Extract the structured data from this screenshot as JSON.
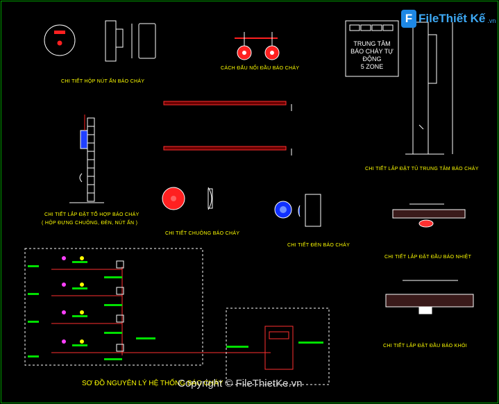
{
  "logo": {
    "mark": "F",
    "text": "FileThiết Kế",
    "domain": ".vn"
  },
  "watermark": "Copyright © FileThietKe.vn",
  "captions": {
    "hop_nut_an": "CHI TIẾT HỘP NÚT ẤN BÁO CHÁY",
    "cach_dau_noi": "CÁCH ĐẤU NỐI ĐẦU BÁO CHÁY",
    "lap_dat_to_hop": "CHI TIẾT LẮP ĐẶT TỔ HỢP BÁO CHÁY",
    "lap_dat_to_hop_sub": "( HỘP ĐỰNG CHUÔNG, ĐÈN, NÚT ẤN )",
    "chuong": "CHI TIẾT CHUÔNG BÁO CHÁY",
    "den": "CHI TIẾT ĐÈN BÁO CHÁY",
    "tu_trung_tam": "CHI TIẾT LẮP ĐẶT TỦ TRUNG TÂM BÁO CHÁY",
    "dau_bao_nhiet": "CHI TIẾT LẮP ĐẶT ĐẦU BÁO NHIỆT",
    "dau_bao_khoi": "CHI TIẾT LẮP ĐẶT ĐẦU BÁO KHÓI",
    "so_do": "SƠ ĐỒ NGUYÊN LÝ HỆ THỐNG BÁO CHÁY"
  },
  "panel": {
    "line1": "TRUNG TÂM",
    "line2": "BÁO CHÁY TỰ ĐỘNG",
    "line3": "5 ZONE"
  },
  "colors": {
    "caption": "#ffff00",
    "frame": "#00a000",
    "red": "#ff2020",
    "green": "#00e000",
    "magenta": "#ff40ff",
    "blue": "#3060ff",
    "line": "#ffffff"
  }
}
